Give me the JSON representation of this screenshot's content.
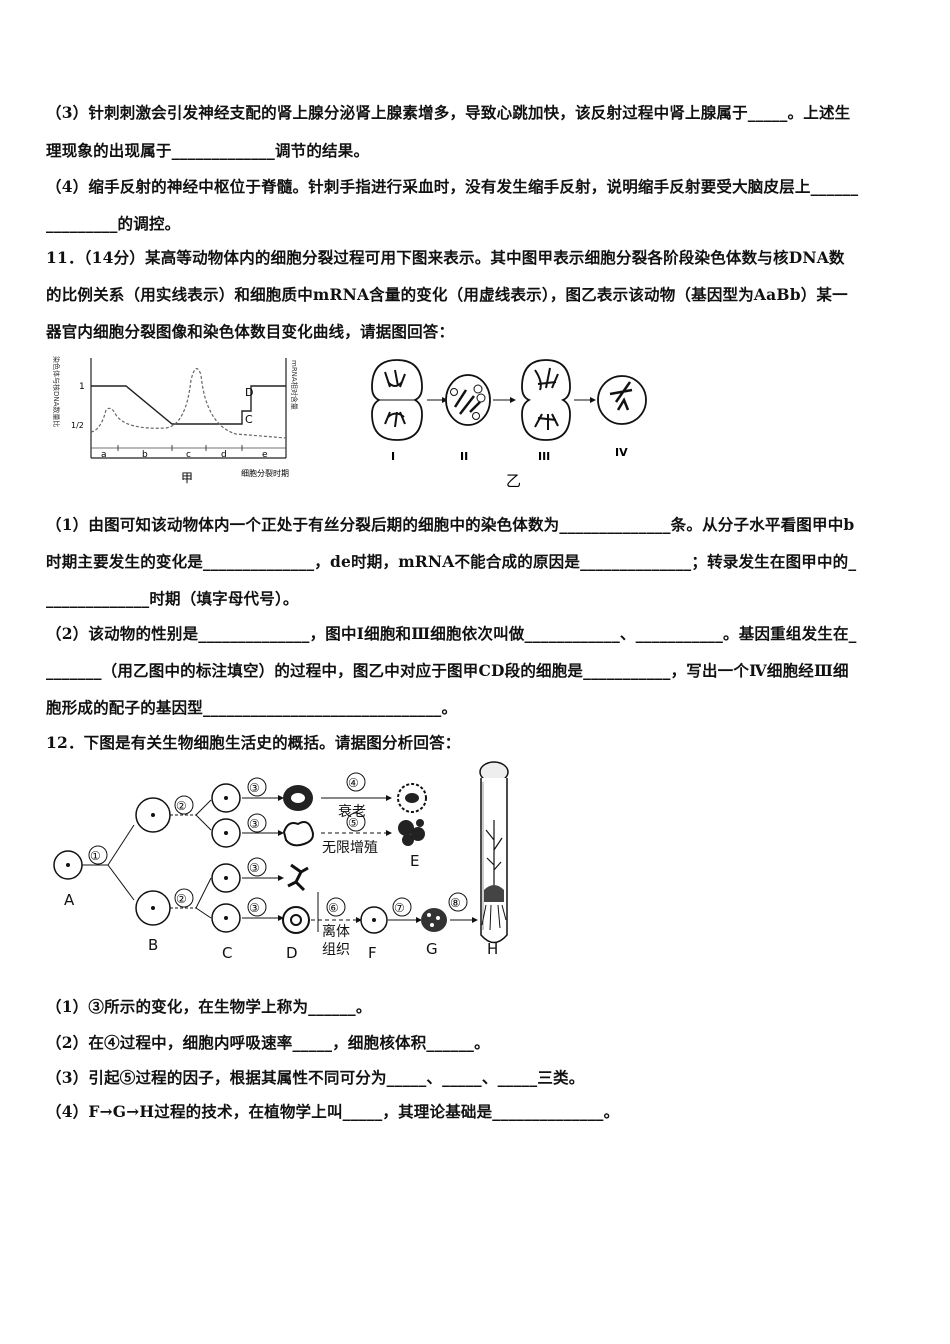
{
  "lines": [
    "（3）针刺刺激会引发神经支配的肾上腺分泌肾上腺素增多，导致心跳加快，该反射过程中肾上腺属于_____。上述生",
    "理现象的出现属于_____________调节的结果。",
    "（4）缩手反射的神经中枢位于脊髓。针刺手指进行采血时，没有发生缩手反射，说明缩手反射要受大脑皮层上______",
    "_________的调控。",
    "11．（14分）某高等动物体内的细胞分裂过程可用下图来表示。其中图甲表示细胞分裂各阶段染色体数与核DNA数",
    "的比例关系（用实线表示）和细胞质中mRNA含量的变化（用虚线表示），图乙表示该动物（基因型为AaBb）某一",
    "器官内细胞分裂图像和染色体数目变化曲线，请据图回答：",
    "（1）由图可知该动物体内一个正处于有丝分裂后期的细胞中的染色体数为______________条。从分子水平看图甲中b",
    "时期主要发生的变化是______________，de时期，mRNA不能合成的原因是______________；转录发生在图甲中的_",
    "_____________时期（填字母代号）。",
    "（2）该动物的性别是______________，图中Ⅰ细胞和Ⅲ细胞依次叫做____________、___________。基因重组发生在_",
    "_______（用乙图中的标注填空）的过程中，图乙中对应于图甲CD段的细胞是___________，写出一个Ⅳ细胞经Ⅲ细",
    "胞形成的配子的基因型______________________________。",
    "12．下图是有关生物细胞生活史的概括。请据图分析回答：",
    "（1）③所示的变化，在生物学上称为______。",
    "（2）在④过程中，细胞内呼吸速率_____，细胞核体积______。",
    "（3）引起⑤过程的因子，根据其属性不同可分为_____、_____、_____三类。",
    "（4）F→G→H过程的技术，在植物学上叫_____，其理论基础是______________。"
  ],
  "fig_jia": {
    "ylabel_left": "染色体与核DNA数量比",
    "ylabel_right": "mRNA相对含量",
    "y_ticks": [
      "1",
      "1/2"
    ],
    "x_letters": [
      "a",
      "b",
      "c",
      "d",
      "e"
    ],
    "marks": [
      "C",
      "D"
    ],
    "xlabel": "细胞分裂时期",
    "caption": "甲"
  },
  "fig_yi": {
    "cells": [
      "I",
      "II",
      "III",
      "IV"
    ],
    "caption": "乙"
  },
  "fig_cycle": {
    "steps": [
      "①",
      "②",
      "②",
      "③",
      "③",
      "③",
      "③",
      "④",
      "⑤",
      "⑥",
      "⑦",
      "⑧"
    ],
    "texts": [
      "衰老",
      "无限增殖",
      "离体",
      "组织"
    ],
    "letters": [
      "A",
      "B",
      "C",
      "D",
      "E",
      "F",
      "G",
      "H"
    ]
  }
}
